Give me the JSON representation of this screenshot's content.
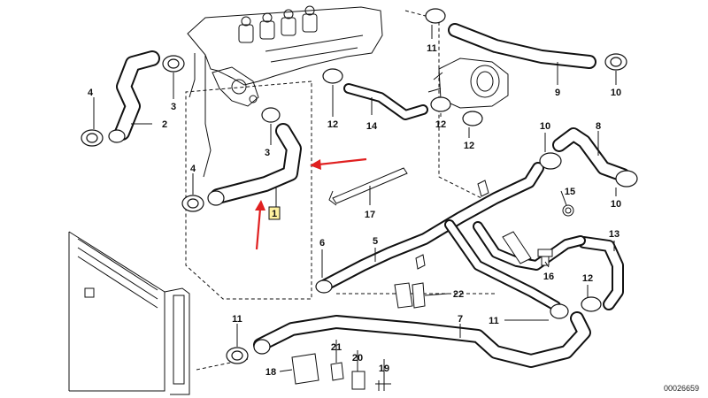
{
  "diagram": {
    "part_labels": [
      "1",
      "2",
      "3",
      "3",
      "4",
      "4",
      "5",
      "6",
      "7",
      "8",
      "9",
      "10",
      "10",
      "10",
      "11",
      "11",
      "11",
      "12",
      "12",
      "12",
      "12",
      "13",
      "14",
      "15",
      "16",
      "17",
      "18",
      "19",
      "20",
      "21",
      "22"
    ],
    "document_id": "00026659",
    "annotation_color": "#e02020"
  }
}
